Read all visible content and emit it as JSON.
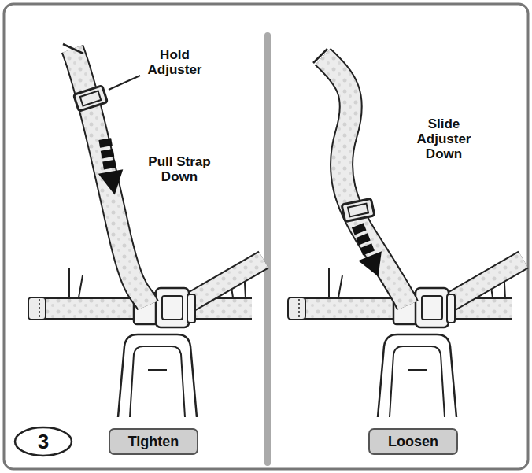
{
  "diagram": {
    "nodes": [
      {
        "text": [
          "3"
        ]
      },
      {
        "text": [
          "Tighten"
        ]
      },
      {
        "text": [
          "Loosen"
        ]
      }
    ],
    "labels": [
      "Hold Adjuster",
      "Pull Strap Down",
      "Slide Adjuster Down"
    ]
  }
}
